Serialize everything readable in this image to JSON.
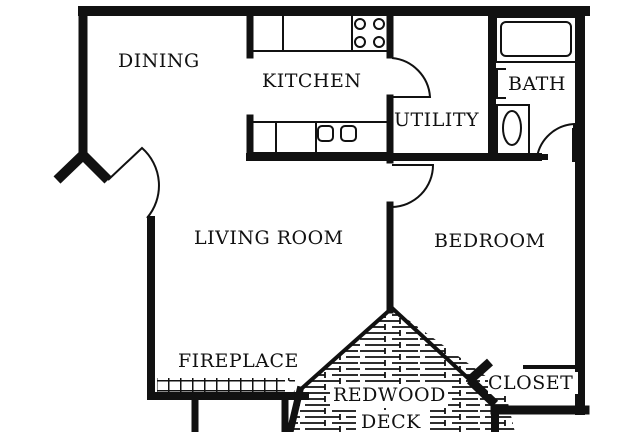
{
  "floor_plan": {
    "rooms": [
      {
        "id": "dining",
        "label": "DINING"
      },
      {
        "id": "kitchen",
        "label": "KITCHEN"
      },
      {
        "id": "utility",
        "label": "UTILITY"
      },
      {
        "id": "bath",
        "label": "BATH"
      },
      {
        "id": "living_room",
        "label": "LIVING ROOM"
      },
      {
        "id": "bedroom",
        "label": "BEDROOM"
      },
      {
        "id": "fireplace",
        "label": "FIREPLACE"
      },
      {
        "id": "closet",
        "label": "CLOSET"
      },
      {
        "id": "deck_line1",
        "label": "REDWOOD"
      },
      {
        "id": "deck_line2",
        "label": "DECK"
      }
    ],
    "colors": {
      "wall": "#111111",
      "background": "#ffffff"
    }
  }
}
